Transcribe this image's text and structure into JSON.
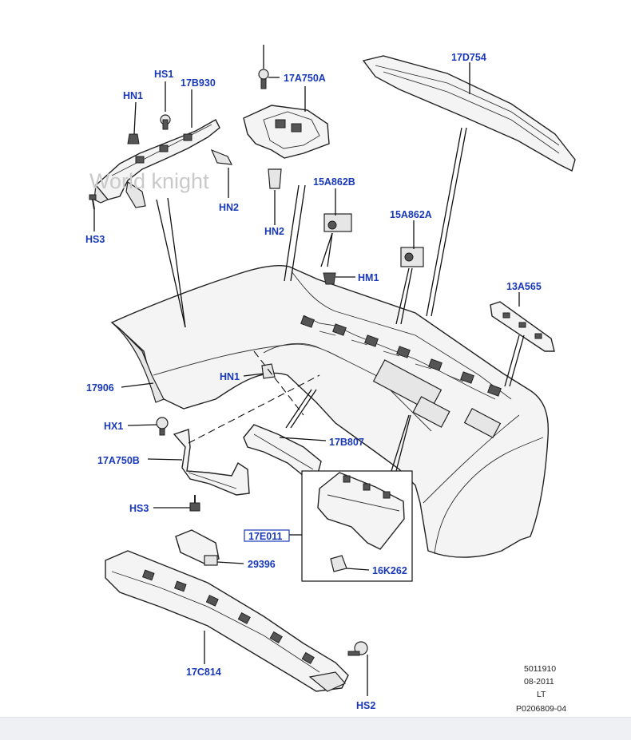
{
  "diagram": {
    "labels": {
      "hs1": "HS1",
      "b930": "17B930",
      "hn1_top": "HN1",
      "a750a": "17A750A",
      "d754": "17D754",
      "hn2_right": "HN2",
      "hn2_center": "HN2",
      "hs3_top": "HS3",
      "a862b": "15A862B",
      "a862a": "15A862A",
      "hm1": "HM1",
      "a565": "13A565",
      "bumper": "17906",
      "hn1_mid": "HN1",
      "hx1": "HX1",
      "b807": "17B807",
      "a750b": "17A750B",
      "hs3_bottom": "HS3",
      "e011": "17E011",
      "p29396": "29396",
      "k262": "16K262",
      "c814": "17C814",
      "hs2": "HS2"
    },
    "watermark": "World knight",
    "reference": {
      "line1": "5011910",
      "line2": "08-2011",
      "line3": "LT",
      "line4": "P0206809-04"
    }
  },
  "colors": {
    "label": "#1838b8",
    "line": "#111111",
    "watermark": "#c9c9c9",
    "highlight": "#1838b8"
  }
}
